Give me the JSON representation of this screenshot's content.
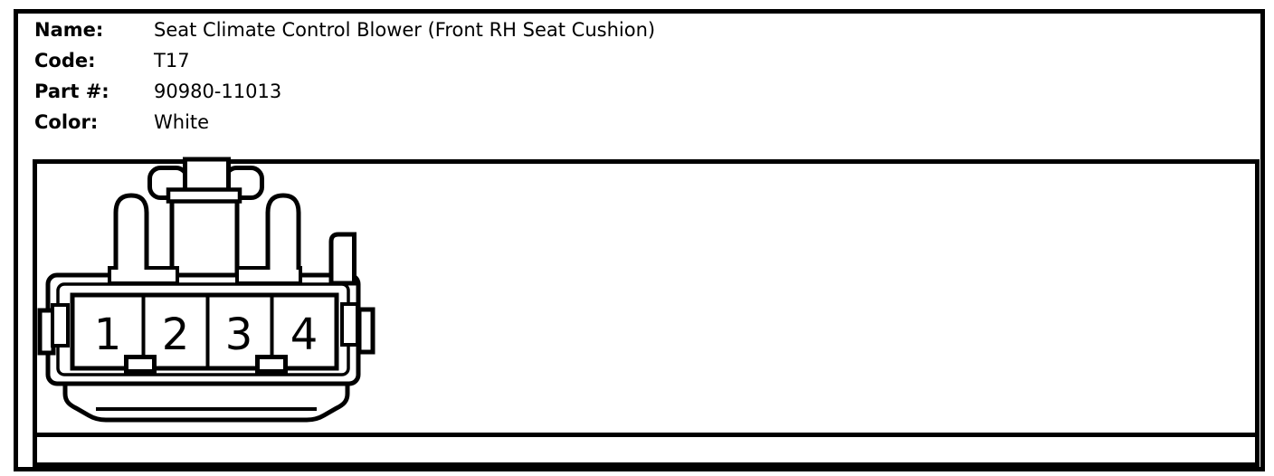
{
  "header": {
    "fields": {
      "name": {
        "label": "Name:",
        "value": "Seat Climate Control Blower (Front RH Seat Cushion)"
      },
      "code": {
        "label": "Code:",
        "value": "T17"
      },
      "part": {
        "label": "Part #:",
        "value": "90980-11013"
      },
      "color": {
        "label": "Color:",
        "value": "White"
      }
    }
  },
  "connector": {
    "view": "4-cavity connector, front view line drawing",
    "pins": [
      "1",
      "2",
      "3",
      "4"
    ]
  },
  "colors": {
    "ink": "#000000",
    "paper": "#ffffff"
  }
}
